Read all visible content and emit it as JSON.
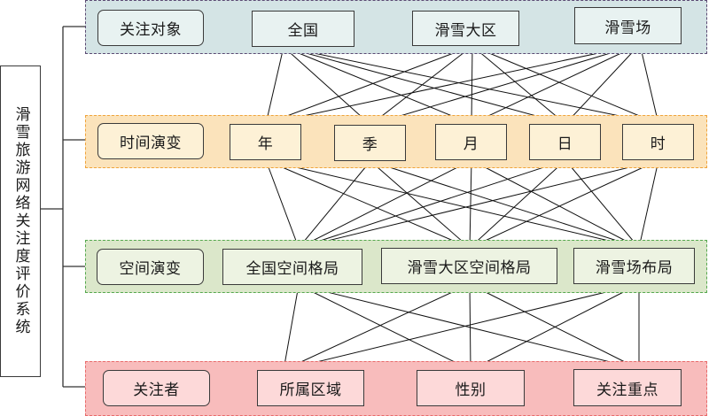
{
  "root": {
    "label": "滑雪旅游网络关注度评价系统"
  },
  "layers": [
    {
      "id": "focus-object",
      "label": "关注对象",
      "nodes": [
        "全国",
        "滑雪大区",
        "滑雪场"
      ],
      "fill": "#d4e4e5",
      "border": "#5b4a73"
    },
    {
      "id": "time-evolution",
      "label": "时间演变",
      "nodes": [
        "年",
        "季",
        "月",
        "日",
        "时"
      ],
      "fill": "#fbe3bb",
      "border": "#f0a33a"
    },
    {
      "id": "space-evolution",
      "label": "空间演变",
      "nodes": [
        "全国空间格局",
        "滑雪大区空间格局",
        "滑雪场布局"
      ],
      "fill": "#dbe7ca",
      "border": "#55a84e"
    },
    {
      "id": "attention-person",
      "label": "关注者",
      "nodes": [
        "所属区域",
        "性别",
        "关注重点"
      ],
      "fill": "#f8bcbc",
      "border": "#e86a6a"
    }
  ],
  "connections": "full-bipartite between consecutive layers"
}
